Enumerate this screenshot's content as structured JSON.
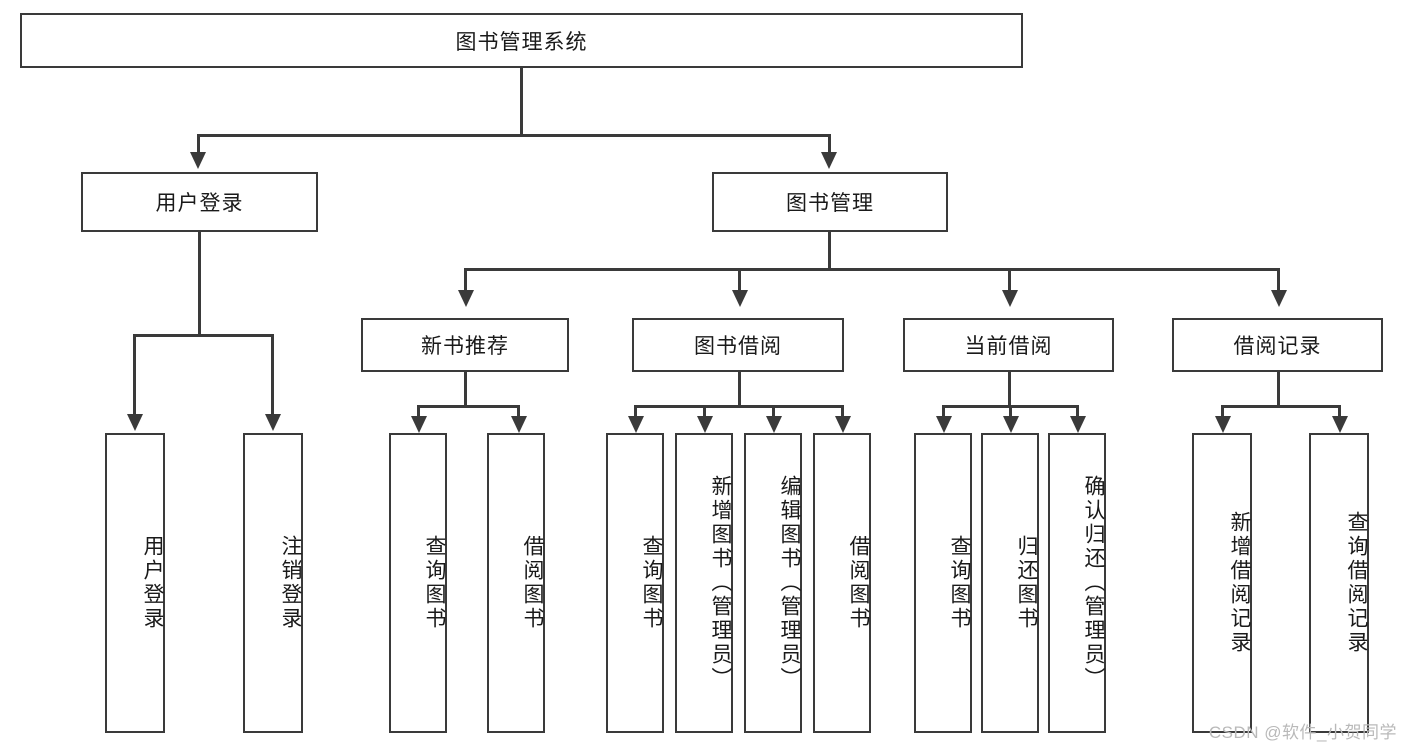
{
  "diagram": {
    "type": "tree",
    "title": "图书管理系统",
    "root": {
      "id": "root",
      "label": "图书管理系统"
    },
    "level2": [
      {
        "id": "user-login",
        "label": "用户登录"
      },
      {
        "id": "book-manage",
        "label": "图书管理"
      }
    ],
    "level3": [
      {
        "id": "new-book-rec",
        "label": "新书推荐",
        "parent": "book-manage"
      },
      {
        "id": "book-borrow",
        "label": "图书借阅",
        "parent": "book-manage"
      },
      {
        "id": "current-borrow",
        "label": "当前借阅",
        "parent": "book-manage"
      },
      {
        "id": "borrow-record",
        "label": "借阅记录",
        "parent": "book-manage"
      }
    ],
    "leaves": {
      "user_login": [
        {
          "id": "leaf-user-login",
          "label": "用户登录"
        },
        {
          "id": "leaf-user-logout",
          "label": "注销登录"
        }
      ],
      "new_book_rec": [
        {
          "id": "leaf-query-book-1",
          "label": "查询图书"
        },
        {
          "id": "leaf-borrow-book-1",
          "label": "借阅图书"
        }
      ],
      "book_borrow": [
        {
          "id": "leaf-query-book-2",
          "label": "查询图书"
        },
        {
          "id": "leaf-add-book",
          "label": "新增图书（管理员）"
        },
        {
          "id": "leaf-edit-book",
          "label": "编辑图书（管理员）"
        },
        {
          "id": "leaf-borrow-book-2",
          "label": "借阅图书"
        }
      ],
      "current_borrow": [
        {
          "id": "leaf-query-book-3",
          "label": "查询图书"
        },
        {
          "id": "leaf-return-book",
          "label": "归还图书"
        },
        {
          "id": "leaf-confirm-return",
          "label": "确认归还（管理员）"
        }
      ],
      "borrow_record": [
        {
          "id": "leaf-add-record",
          "label": "新增借阅记录"
        },
        {
          "id": "leaf-query-record",
          "label": "查询借阅记录"
        }
      ]
    }
  },
  "watermark": {
    "text": "CSDN @软件_小贺同学"
  },
  "colors": {
    "stroke": "#3a3a3a",
    "background": "#ffffff",
    "text": "#1a1a1a",
    "watermark": "#b9b9b9"
  }
}
